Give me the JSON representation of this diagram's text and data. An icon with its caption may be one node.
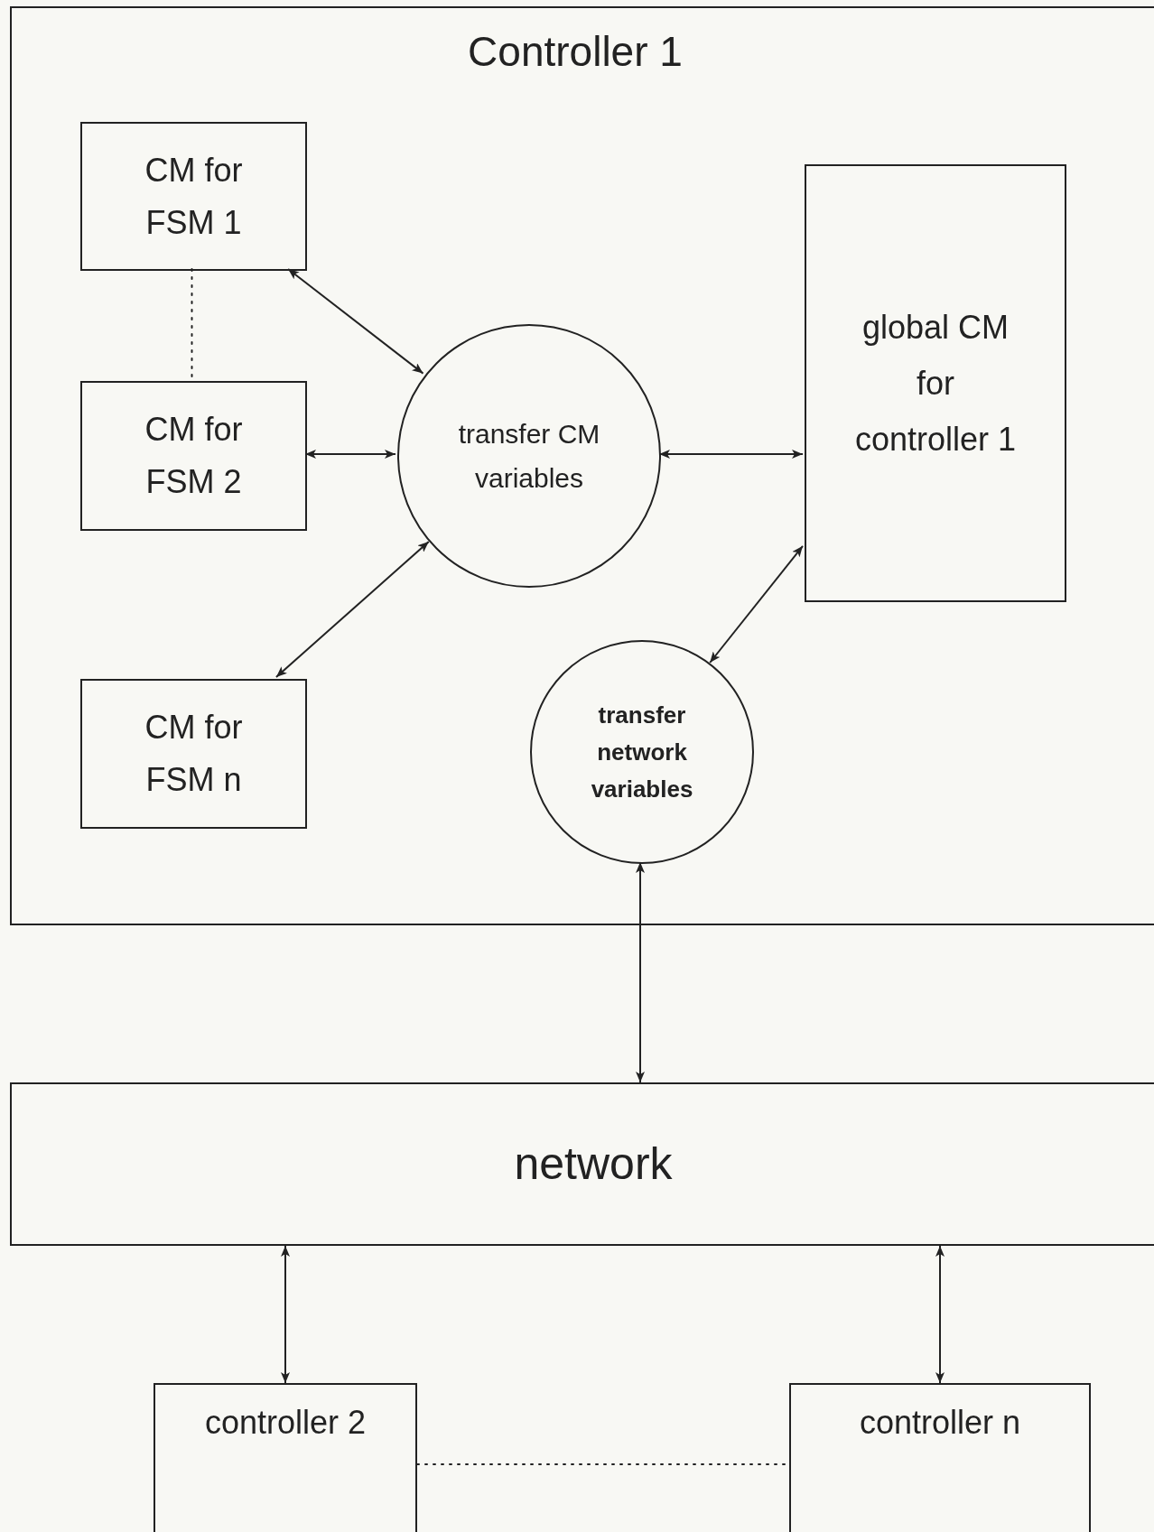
{
  "diagram": {
    "nodes": [
      {
        "text": [
          "Controller 1"
        ]
      },
      {
        "text": [
          "CM for FSM 1"
        ],
        "in": 0
      },
      {
        "text": [
          "CM for FSM 2"
        ],
        "in": 0
      },
      {
        "text": [
          "CM for FSM n"
        ],
        "in": 0
      },
      {
        "text": [
          "transfer CM variables"
        ],
        "in": 0
      },
      {
        "text": [
          "global CM for controller 1"
        ],
        "in": 0
      },
      {
        "text": [
          "transfer network variables"
        ],
        "in": 0
      },
      {
        "text": [
          "network"
        ]
      },
      {
        "text": [
          "controller 2"
        ]
      },
      {
        "text": [
          "controller n"
        ]
      }
    ],
    "edges": [
      {
        "from": 1,
        "to": 4,
        "arrow": "both"
      },
      {
        "from": 2,
        "to": 4,
        "arrow": "both"
      },
      {
        "from": 3,
        "to": 4,
        "arrow": "both"
      },
      {
        "from": 4,
        "to": 5,
        "arrow": "both"
      },
      {
        "from": 5,
        "to": 6,
        "arrow": "both"
      },
      {
        "from": 6,
        "to": 7,
        "arrow": "both"
      },
      {
        "from": 7,
        "to": 8,
        "arrow": "both"
      },
      {
        "from": 7,
        "to": 9,
        "arrow": "both"
      },
      {
        "from": 1,
        "to": 2,
        "arrow": "none",
        "style": "dashed"
      },
      {
        "from": 8,
        "to": 9,
        "arrow": "none",
        "style": "dashed"
      }
    ]
  }
}
